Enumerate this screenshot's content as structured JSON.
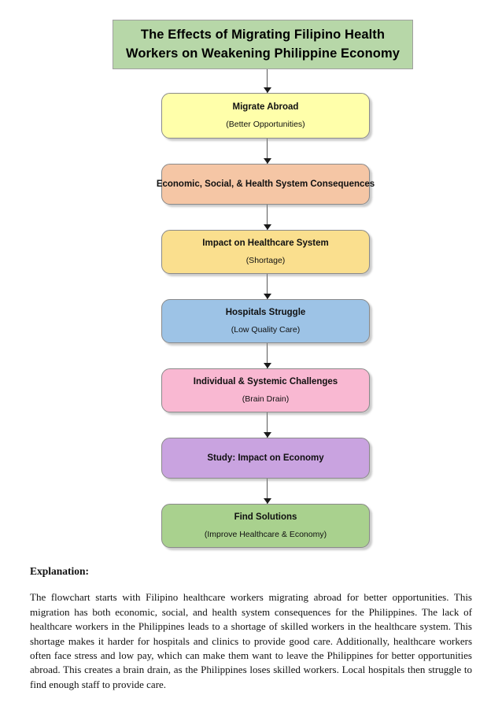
{
  "title": {
    "lines": [
      "The Effects of Migrating Filipino Health",
      "Workers on Weakening Philippine Economy"
    ],
    "fill_color": "#b7d7a8",
    "border_color": "#a0a0a0"
  },
  "flow": {
    "nodes": [
      {
        "id": "migrate-abroad",
        "primary": "Migrate Abroad",
        "secondary": "(Better Opportunities)",
        "fill_color": "#ffffaa"
      },
      {
        "id": "consequences",
        "primary": "Economic, Social, & Health System Consequences",
        "secondary": "",
        "fill_color": "#f5c6a5"
      },
      {
        "id": "impact-healthcare-system",
        "primary": "Impact on Healthcare System",
        "secondary": "(Shortage)",
        "fill_color": "#fadf8e"
      },
      {
        "id": "hospitals-struggle",
        "primary": "Hospitals Struggle",
        "secondary": "(Low Quality Care)",
        "fill_color": "#9dc3e6"
      },
      {
        "id": "individual-systemic-challenges",
        "primary": "Individual & Systemic Challenges",
        "secondary": "(Brain Drain)",
        "fill_color": "#f9b8d2"
      },
      {
        "id": "study-impact-on-economy",
        "primary": "Study: Impact on Economy",
        "secondary": "",
        "fill_color": "#c9a3e0"
      },
      {
        "id": "find-solutions",
        "primary": "Find Solutions",
        "secondary": "(Improve Healthcare & Economy)",
        "fill_color": "#a9d18e"
      }
    ],
    "arrow_color": "#1a1a1a",
    "connector_line_color": "#595959"
  },
  "explanation": {
    "heading": "Explanation:",
    "body": "The flowchart starts with Filipino healthcare workers migrating abroad for better opportunities. This migration has both economic, social, and health system consequences for the Philippines. The lack of healthcare workers in the Philippines leads to a shortage of skilled workers in the healthcare system. This shortage makes it harder for hospitals and clinics to provide good care. Additionally, healthcare workers often face stress and low pay, which can make them want to leave the Philippines for better opportunities abroad. This creates a brain drain, as the Philippines loses skilled workers. Local hospitals then struggle to find enough staff to provide care."
  }
}
